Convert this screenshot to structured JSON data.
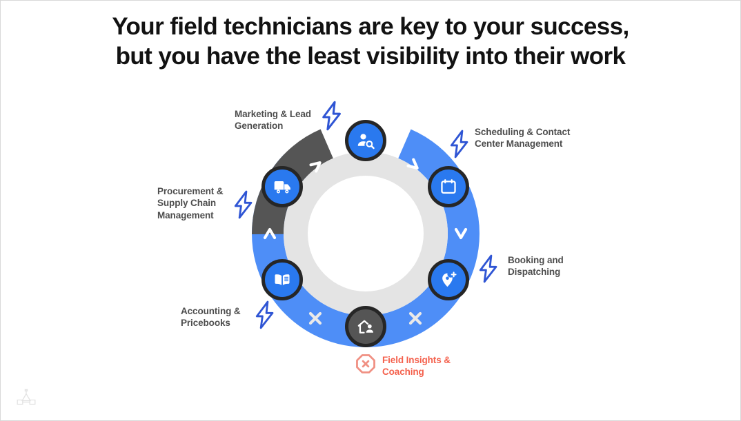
{
  "slide": {
    "title_line1": "Your field technicians are key to your success,",
    "title_line2": "but you have the least visibility into their work"
  },
  "colors": {
    "ring_blue": "#4e8ef7",
    "ring_dark": "#555555",
    "inner_gray": "#e4e4e4",
    "center_white": "#ffffff",
    "node_blue": "#2a79ef",
    "node_border": "#262626",
    "node_dark": "#555555",
    "label_text": "#4d4d4d",
    "bolt_blue": "#2f55d4",
    "coral": "#f4604c",
    "coral_light": "#f09083",
    "title_text": "#121212"
  },
  "diagram": {
    "type": "cycle-donut",
    "segments_total": 7,
    "blue_arc_degrees": 290,
    "dark_arc_degrees": 70,
    "nodes": [
      {
        "id": "marketing",
        "label": "Marketing & Lead\nGeneration",
        "icon": "user-search-icon",
        "state": "blue",
        "angle_deg": 270,
        "label_side": "left"
      },
      {
        "id": "scheduling",
        "label": "Scheduling & Contact\nCenter Management",
        "icon": "calendar-icon",
        "state": "blue",
        "angle_deg": 330,
        "label_side": "right"
      },
      {
        "id": "booking",
        "label": "Booking and\nDispatching",
        "icon": "map-pin-plus-icon",
        "state": "blue",
        "angle_deg": 30,
        "label_side": "right"
      },
      {
        "id": "field-insights",
        "label": "Field Insights &\nCoaching",
        "icon": "home-technician-icon",
        "state": "dark",
        "angle_deg": 90,
        "label_side": "bottom",
        "highlight": true,
        "marker": "octagon-x-icon"
      },
      {
        "id": "accounting",
        "label": "Accounting &\nPricebooks",
        "icon": "book-icon",
        "state": "blue",
        "angle_deg": 150,
        "label_side": "left"
      },
      {
        "id": "procurement",
        "label": "Procurement &\nSupply Chain\nManagement",
        "icon": "truck-icon",
        "state": "blue",
        "angle_deg": 210,
        "label_side": "left"
      }
    ],
    "arc_markers": [
      {
        "id": "marker-top-left",
        "glyph": "chevron",
        "state": "blue"
      },
      {
        "id": "marker-top-right",
        "glyph": "chevron",
        "state": "blue"
      },
      {
        "id": "marker-right",
        "glyph": "chevron",
        "state": "blue"
      },
      {
        "id": "marker-left",
        "glyph": "chevron",
        "state": "blue"
      },
      {
        "id": "marker-bottom-left",
        "glyph": "cross",
        "state": "dark"
      },
      {
        "id": "marker-bottom-right",
        "glyph": "cross",
        "state": "dark"
      }
    ],
    "bolt_marks": 5
  }
}
